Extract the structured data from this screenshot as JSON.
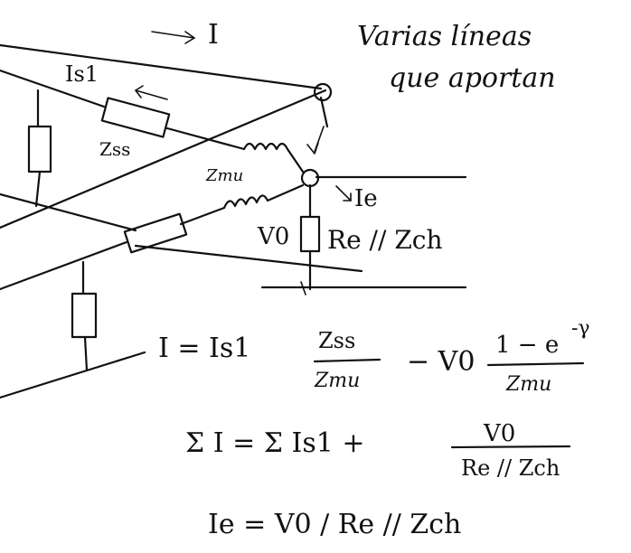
{
  "annotations": {
    "current_arrow_label": "I",
    "title_line1": "Varias líneas",
    "title_line2": "que aportan",
    "is1_label": "Is1",
    "zss_label": "Zss",
    "zmu_label": "Zmu",
    "ie_label": "Ie",
    "v0_label": "V0",
    "load_label": "Re // Zch"
  },
  "equations": {
    "eq1_lhs": "I  =  Is1",
    "eq1_frac1_num": "Zss",
    "eq1_frac1_den": "Zmu",
    "eq1_minus": "−  V0",
    "eq1_frac2_num": "1 − e",
    "eq1_frac2_exp": "-γ",
    "eq1_frac2_den": "Zmu",
    "eq2_lhs": "Σ I  =  Σ Is1  +",
    "eq2_frac_num": "V0",
    "eq2_frac_den": "Re // Zch",
    "eq3": "Ie  =  V0 / Re // Zch"
  }
}
